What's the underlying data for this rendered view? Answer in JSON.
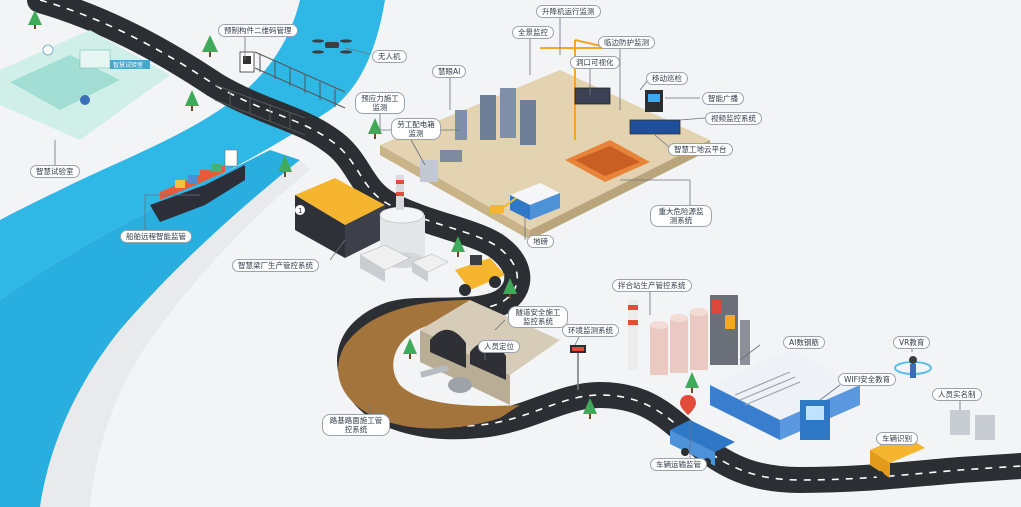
{
  "labels": {
    "smart_lab": "智慧试验室",
    "precast_qr": "预制构件二维码管理",
    "drone": "无人机",
    "ship_monitor": "船舶远程智能监管",
    "panorama": "全景监控",
    "hoist_monitor": "升降机运行监测",
    "edge_protect": "临边防护监测",
    "smart_ai": "慧眼AI",
    "prestress": "预应力施工监测",
    "worker_box": "劳工配电箱监测",
    "hole_visual": "洞口可视化",
    "mobile_inspect": "移动巡检",
    "smart_broadcast": "智能广播",
    "video_monitor": "视频监控系统",
    "cloud_platform": "智慧工地云平台",
    "hazard_monitor": "重大危险源监测系统",
    "ground_pump": "地磅",
    "beam_factory": "智慧梁厂生产管控系统",
    "mix_station": "拌合站生产管控系统",
    "tunnel_safety": "隧道安全施工监控系统",
    "personnel_locate": "人员定位",
    "env_monitor": "环境监测系统",
    "ai_rebar": "AI数钢筋",
    "vr_edu": "VR教育",
    "wifi_edu": "WIFI安全教育",
    "real_name": "人员实名制",
    "roadbed": "路基路面施工管控系统",
    "vehicle_id": "车辆识别",
    "vehicle_transport": "车辆运输监管"
  },
  "signs": {
    "lab_sign": "智慧试验室",
    "yard_number": "1"
  }
}
